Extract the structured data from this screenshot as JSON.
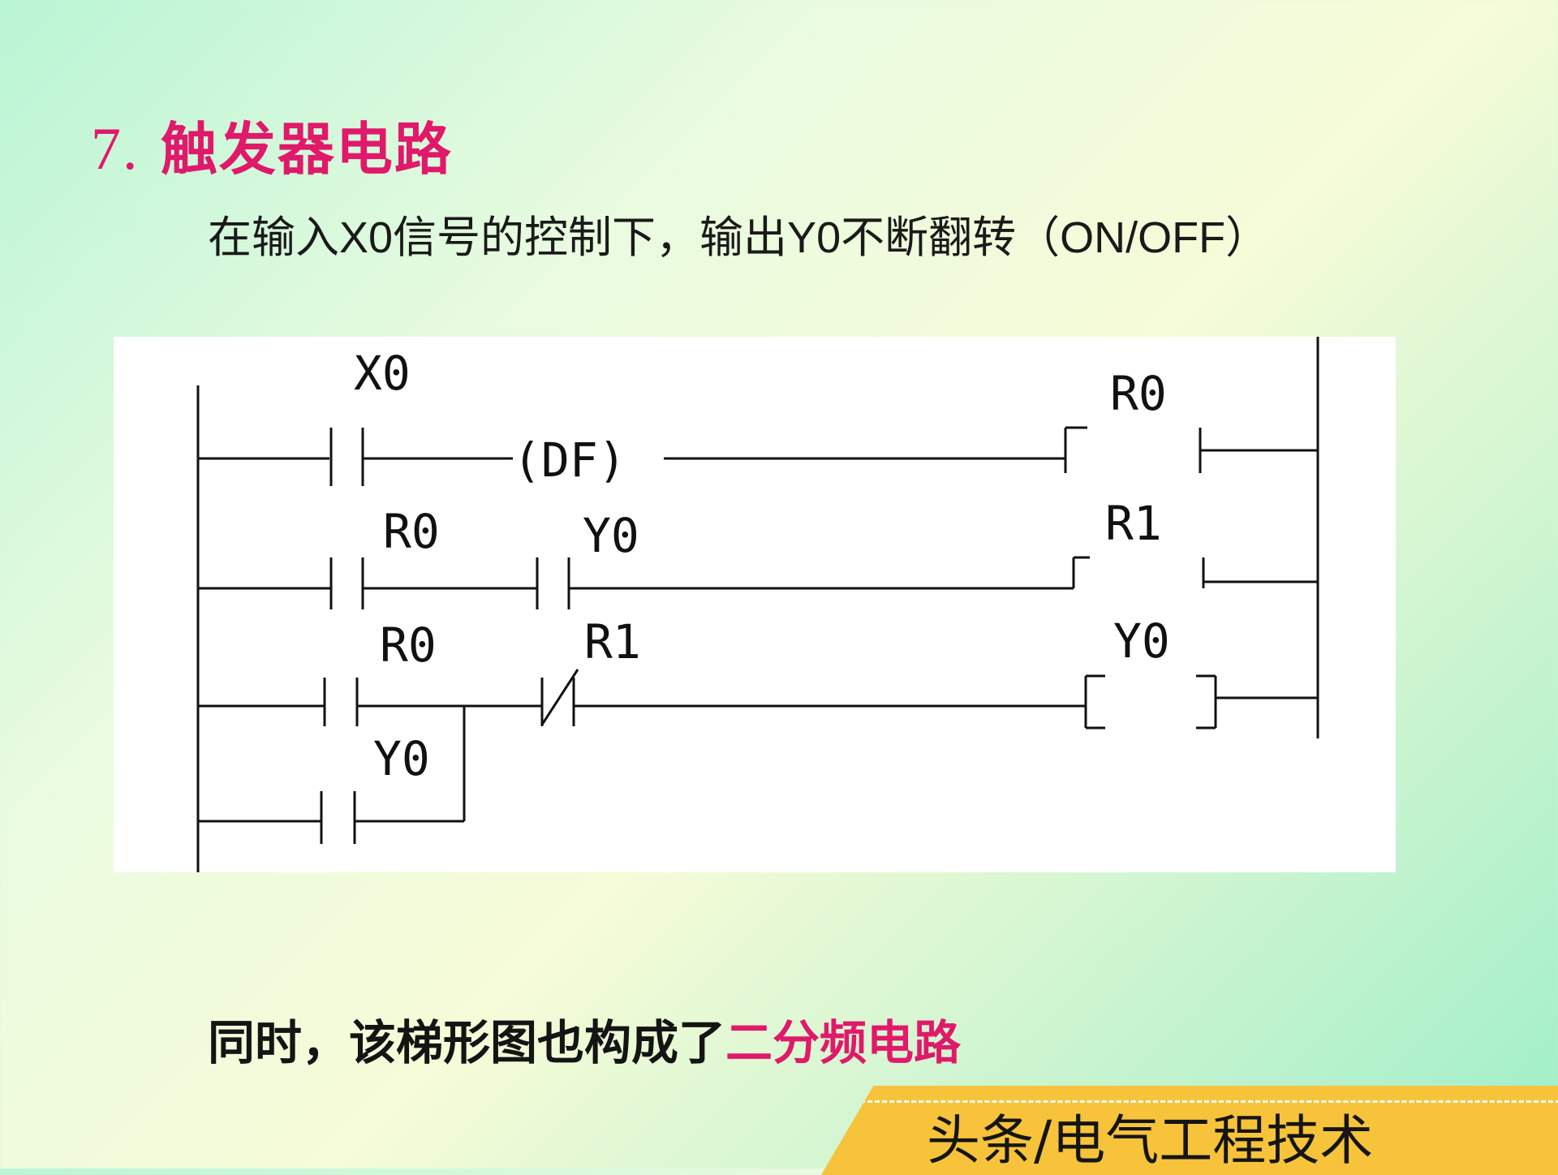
{
  "title": {
    "number": "7.",
    "text": "触发器电路"
  },
  "subtitle": "在输入X0信号的控制下，输出Y0不断翻转（ON/OFF）",
  "diagram": {
    "rung1": {
      "contact": "X0",
      "function": "(DF)",
      "output": "R0"
    },
    "rung2": {
      "contact1": "R0",
      "contact2": "Y0",
      "output": "R1"
    },
    "rung3": {
      "contact1": "R0",
      "contact2": "R1",
      "output": "Y0"
    },
    "rung4": {
      "contact": "Y0"
    }
  },
  "note": {
    "prefix": "同时，该梯形图也构成了",
    "highlight": "二分频电路"
  },
  "watermark": "头条/电气工程技术",
  "colors": {
    "accent": "#e0196b",
    "tag": "#f6c33a"
  }
}
